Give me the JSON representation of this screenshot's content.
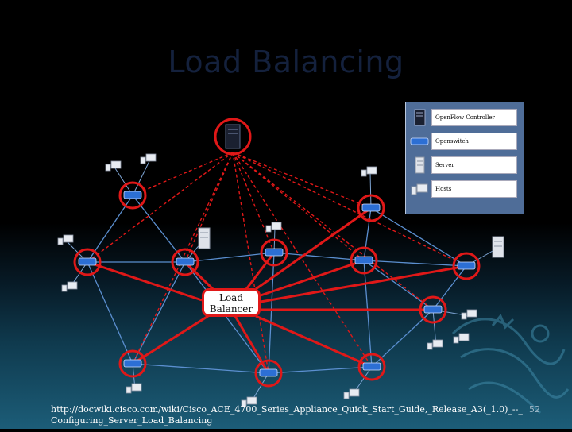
{
  "slide": {
    "title": "Load Balancing",
    "load_balancer_label": "Load Balancer",
    "footer_link": "http://docwiki.cisco.com/wiki/Cisco_ACE_4700_Series_Appliance_Quick_Start_Guide,_Release_A3(_1.0)_--_Configuring_Server_Load_Balancing",
    "slide_number": "52"
  },
  "legend": {
    "items": [
      {
        "label": "OpenFlow Controller",
        "icon": "server-tower-icon"
      },
      {
        "label": "Openswitch",
        "icon": "switch-icon"
      },
      {
        "label": "Server",
        "icon": "rack-server-icon"
      },
      {
        "label": "Hosts",
        "icon": "host-pc-icon"
      }
    ]
  },
  "colors": {
    "highlight": "#e01818",
    "link": "#5b8fd0",
    "title": "#14213d",
    "legend_bg": "#4f6d98"
  }
}
